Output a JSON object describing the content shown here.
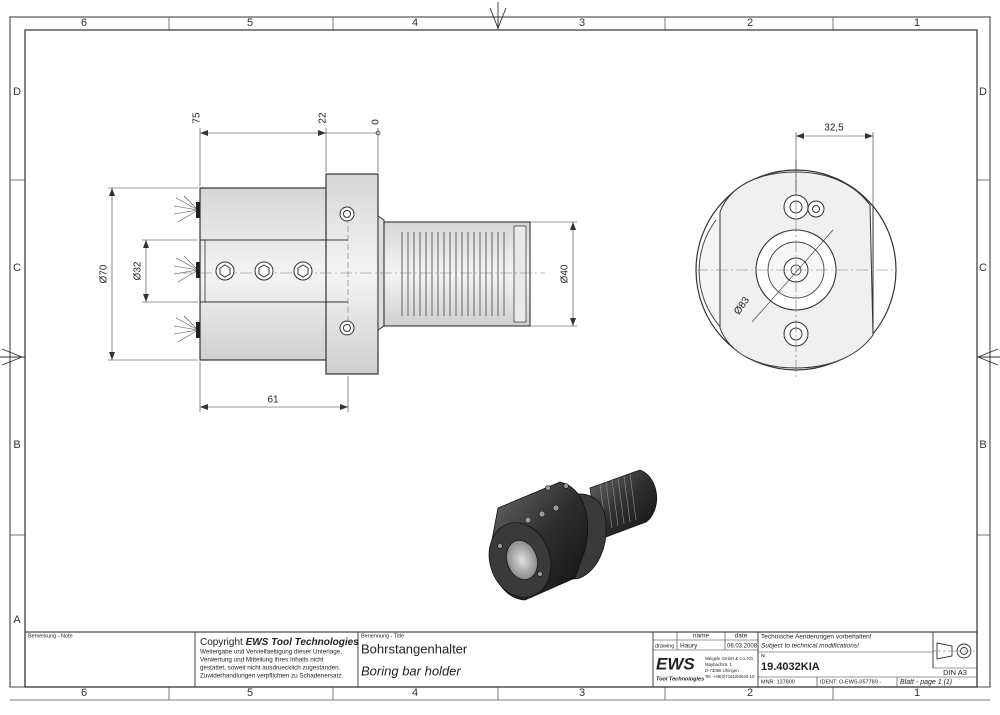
{
  "border": {
    "columns": [
      "6",
      "5",
      "4",
      "3",
      "2",
      "1"
    ],
    "rows": [
      "D",
      "C",
      "B",
      "A"
    ]
  },
  "front_view": {
    "dims": {
      "d70": "Ø70",
      "d32": "Ø32",
      "d40": "Ø40",
      "l75": "75",
      "l22": "22",
      "l0": "0",
      "l61": "61"
    }
  },
  "side_view": {
    "dims": {
      "w32_5": "32,5",
      "d83": "Ø83"
    }
  },
  "title_block": {
    "note_label": "Bemerkung - Note",
    "copyright_prefix": "Copyright",
    "copyright_brand": "EWS Tool Technologies",
    "copyright_lines": [
      "Weitergabe und Vervielfaeltigung dieser Unterlage,",
      "Verwertung und Mitteilung ihres Inhalts nicht",
      "gestattet, soweit nicht ausdruecklich zugestanden.",
      "Zuwiderhandlungen verpflichten zu Schadenersatz."
    ],
    "title_label": "Benennung - Title",
    "title_de": "Bohrstangenhalter",
    "title_en": "Boring bar holder",
    "col_name": "name",
    "col_date": "date",
    "row_drawing": "drawing",
    "drawn_by": "Haury",
    "drawn_date": "06.03.2008",
    "logo": "EWS",
    "logo_sub": "Tool Technologies",
    "address": [
      "Weigele GmbH & Co. KG",
      "Maybachstr. 1",
      "D-73066 Uhingen",
      "Tel. +49(0)7161/93040-10"
    ],
    "mod_de": "Technische Aenderungen vorbehalten!",
    "mod_en": "Subject to technical modifications!",
    "nr_label": "Nr.",
    "part_no": "19.4032KIA",
    "mnr": "MNR: 137800",
    "ident": "IDENT: O-EWS-057789 -",
    "sheet": "Blatt - page 1 (1)",
    "format": "DIN A3"
  }
}
